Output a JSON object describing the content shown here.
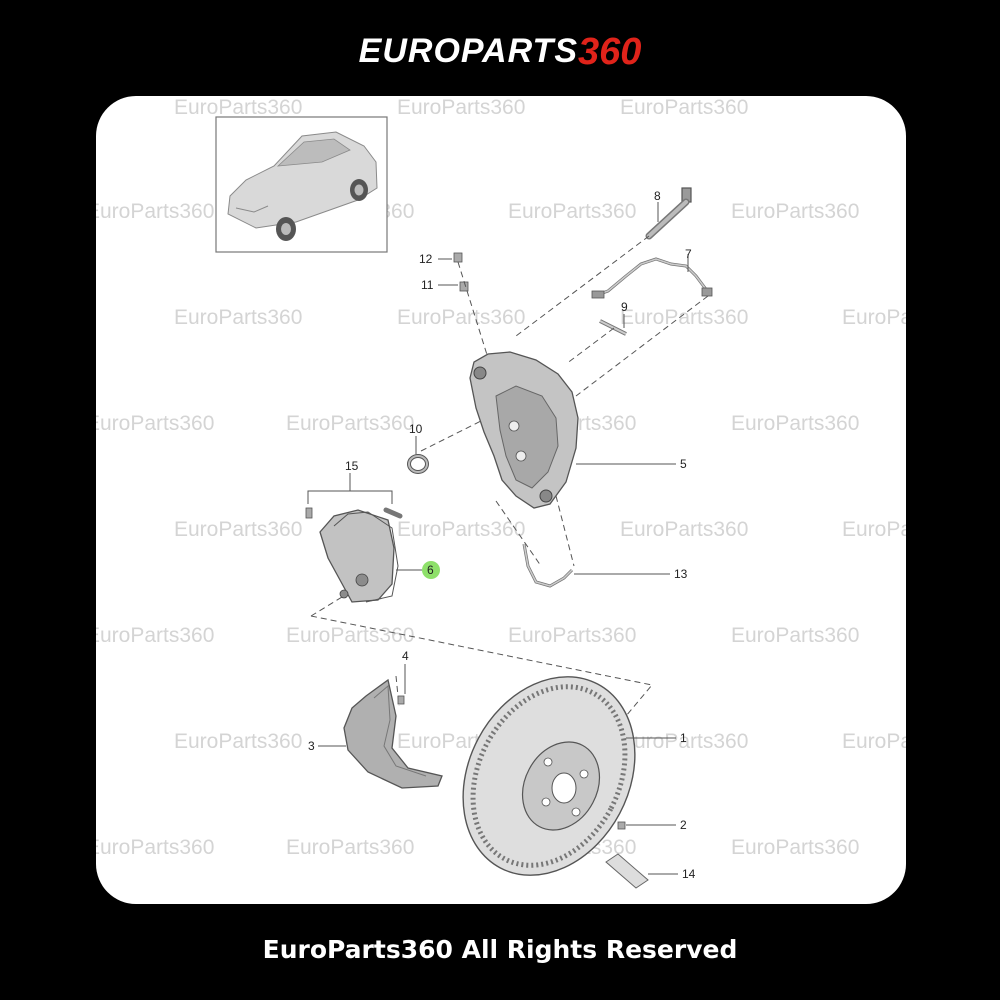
{
  "brand": {
    "word": "EUROPARTS",
    "number": "360",
    "text_color": "#ffffff",
    "accent": "#e0231a"
  },
  "watermark": "EuroParts360",
  "footer": {
    "text": "EuroParts360 All Rights Reserved"
  },
  "callouts": [
    {
      "id": "c1",
      "label": "1"
    },
    {
      "id": "c2",
      "label": "2"
    },
    {
      "id": "c3",
      "label": "3"
    },
    {
      "id": "c4",
      "label": "4"
    },
    {
      "id": "c5",
      "label": "5"
    },
    {
      "id": "c6",
      "label": "6",
      "highlight": "#8ee06a"
    },
    {
      "id": "c7",
      "label": "7"
    },
    {
      "id": "c8",
      "label": "8"
    },
    {
      "id": "c9",
      "label": "9"
    },
    {
      "id": "c10",
      "label": "10"
    },
    {
      "id": "c11",
      "label": "11"
    },
    {
      "id": "c12",
      "label": "12"
    },
    {
      "id": "c13",
      "label": "13"
    },
    {
      "id": "c14",
      "label": "14"
    },
    {
      "id": "c15",
      "label": "15"
    }
  ],
  "colors": {
    "background": "#000000",
    "panel": "#ffffff",
    "watermark": "#d4d4d4",
    "part_fill": "#bdbdbd",
    "part_dark": "#8c8c8c"
  }
}
